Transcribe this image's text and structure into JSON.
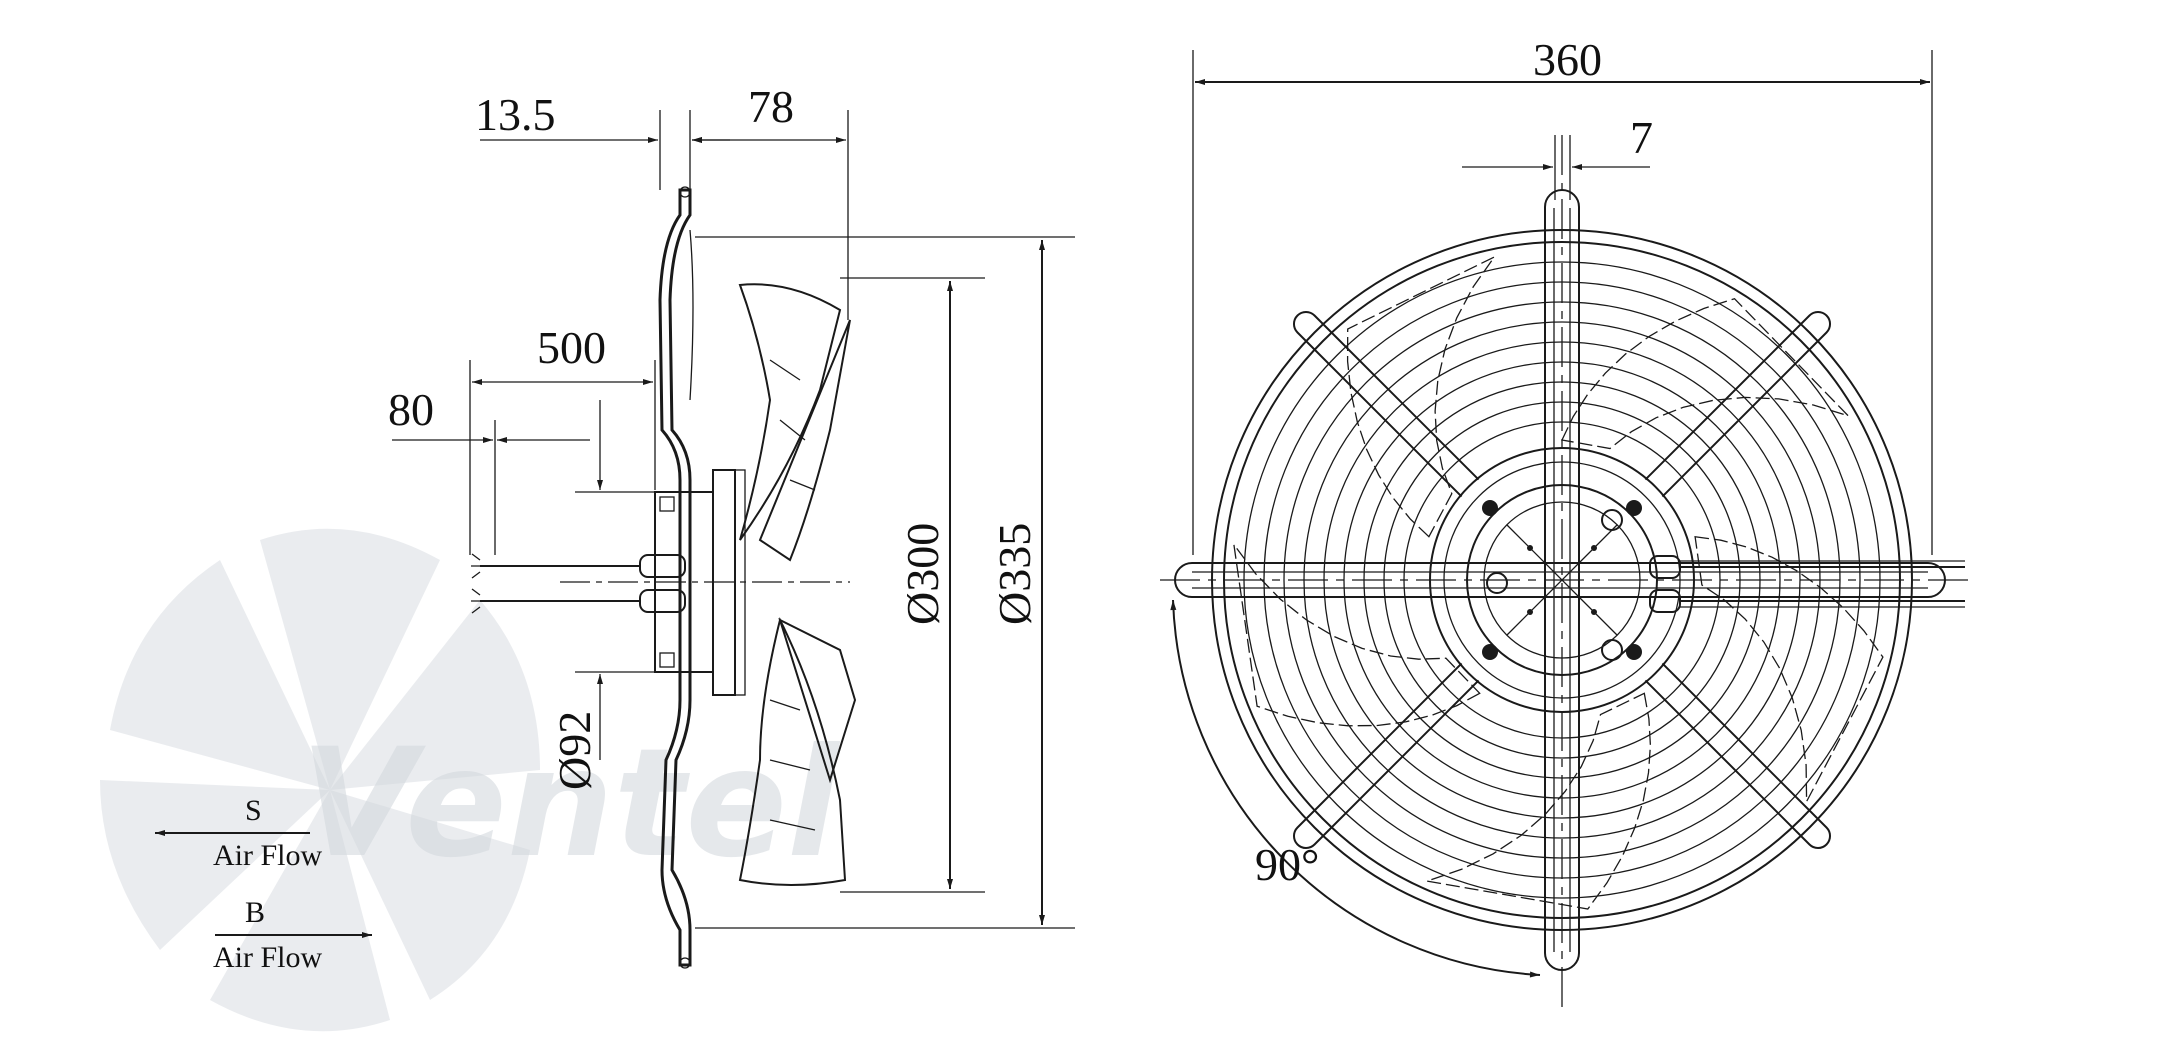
{
  "watermark": {
    "brand_text": "Ventel"
  },
  "dimensions": {
    "d_13_5": "13.5",
    "d_78": "78",
    "d_500": "500",
    "d_80": "80",
    "d_300": "Ø300",
    "d_335": "Ø335",
    "d_92": "Ø92",
    "d_360": "360",
    "d_7": "7",
    "angle_90": "90°"
  },
  "airflow": {
    "s_letter": "S",
    "s_label": "Air Flow",
    "b_letter": "B",
    "b_label": "Air Flow"
  }
}
